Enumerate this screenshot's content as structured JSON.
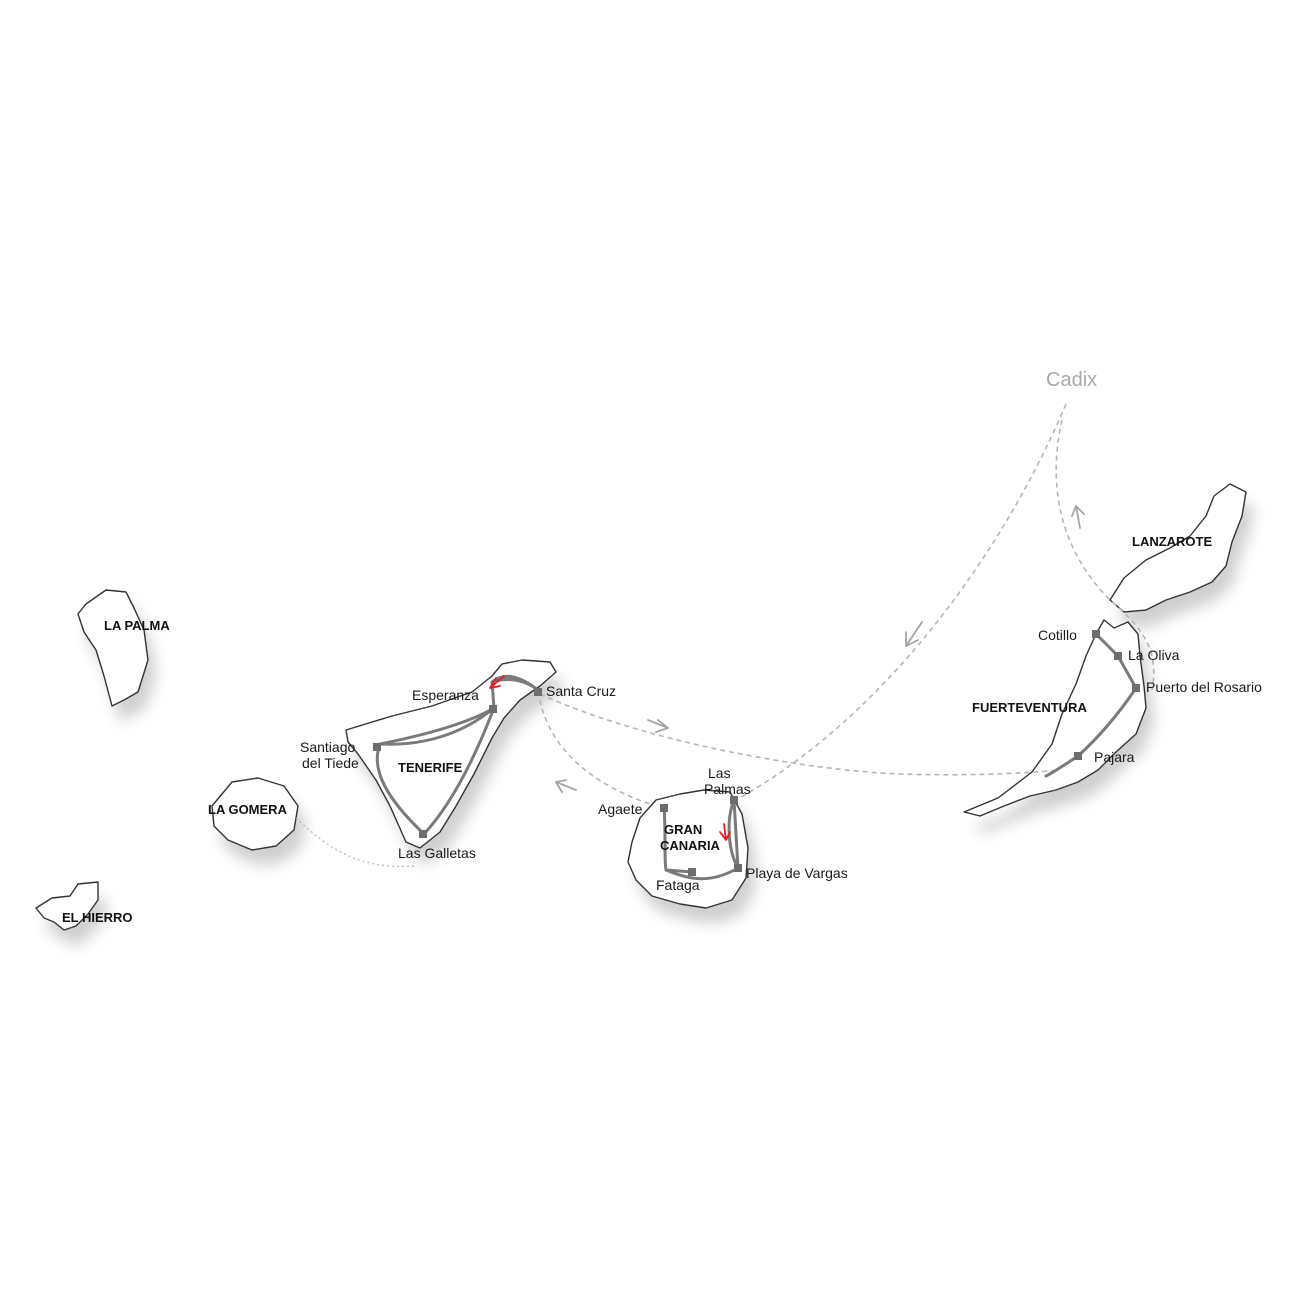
{
  "map": {
    "origin": "Cadix",
    "islands": {
      "la_palma": "LA PALMA",
      "la_gomera": "LA GOMERA",
      "el_hierro": "EL HIERRO",
      "tenerife": "TENERIFE",
      "gran_canaria_1": "GRAN",
      "gran_canaria_2": "CANARIA",
      "fuerteventura": "FUERTEVENTURA",
      "lanzarote": "LANZAROTE"
    },
    "places": {
      "esperanza": "Esperanza",
      "santa_cruz": "Santa Cruz",
      "santiago_1": "Santiago",
      "santiago_2": "del Tiede",
      "las_galletas": "Las Galletas",
      "agaete": "Agaete",
      "las_palmas_1": "Las",
      "las_palmas_2": "Palmas",
      "playa_de_vargas": "Playa de Vargas",
      "fataga": "Fataga",
      "cotillo": "Cotillo",
      "la_oliva": "La Oliva",
      "puerto_del_rosario": "Puerto del Rosario",
      "pajara": "Pajara"
    },
    "colors": {
      "route": "#7a7a7a",
      "ferry": "#b5b5b5",
      "direction_arrow": "#e41b23",
      "origin_text": "#a9a9a9"
    },
    "icons": [
      "stop-marker-icon",
      "direction-arrow-icon",
      "ferry-arrow-icon"
    ]
  }
}
